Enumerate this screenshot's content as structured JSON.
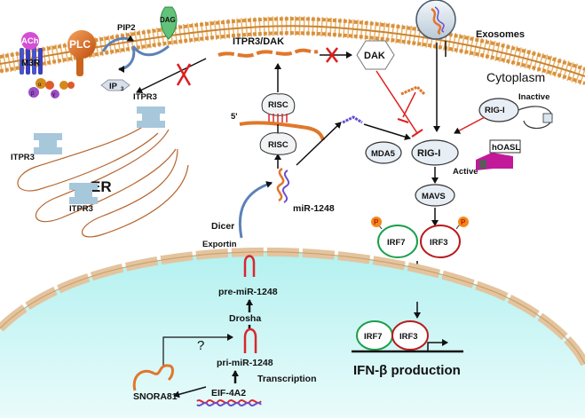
{
  "labels": {
    "ach": "ACh",
    "m3r": "M3R",
    "plc": "PLC",
    "pip2": "PIP2",
    "dag": "DAG",
    "ip3": "IP",
    "ip3_sub": "3",
    "itpr3": "ITPR3",
    "er": "ER",
    "itpr3_dak": "ITPR3/DAK",
    "dak": "DAK",
    "risc": "RISC",
    "five_prime": "5'",
    "mir1248": "miR-1248",
    "dicer": "Dicer",
    "exportin": "Exportin",
    "exosomes": "Exosomes",
    "cytoplasm": "Cytoplasm",
    "rigi": "RIG-I",
    "inactive": "Inactive",
    "active": "Active",
    "mda5": "MDA5",
    "hoasl": "hOASL",
    "mavs": "MAVS",
    "irf7": "IRF7",
    "irf3": "IRF3",
    "p": "P",
    "pre_mir": "pre-miR-1248",
    "drosha": "Drosha",
    "pri_mir": "pri-miR-1248",
    "question": "?",
    "snora81": "SNORA81",
    "eif4a2": "EIF-4A2",
    "transcription": "Transcription",
    "ifn_production": "IFN-β production",
    "g_alpha": "α",
    "g_beta": "β",
    "g_gamma": "γ"
  },
  "colors": {
    "membrane_head": "#e0a050",
    "membrane_tail": "#c98434",
    "plc": "#e06a1c",
    "ach": "#d34fd3",
    "m3r": "#3a3fbf",
    "itpr3": "#a7c7db",
    "er_line": "#b7662f",
    "nucleus_top": "#b6f3f2",
    "nucleus_bottom": "#e6fbfb",
    "nuclear_envelope": "#e3c49e",
    "rna": "#e0772a",
    "hairpin": "#d9282e",
    "inhibit_red": "#dd1f1f",
    "irf7_ring": "#1aa04a",
    "irf3_ring": "#b81c1c",
    "hoasl_magenta": "#c1199a"
  }
}
